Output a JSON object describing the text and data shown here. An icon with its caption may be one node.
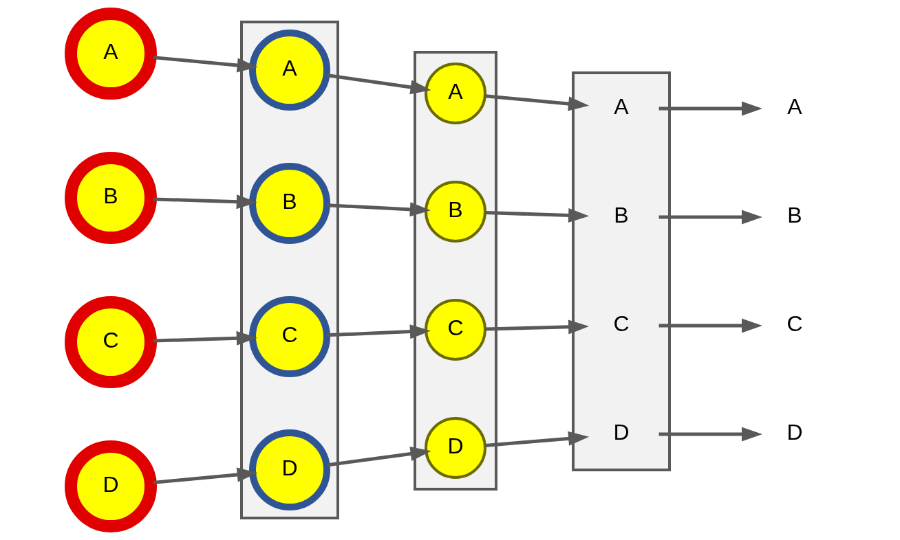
{
  "diagram": {
    "nodes": [
      {
        "text": [
          "A"
        ]
      },
      {
        "text": [
          "B"
        ]
      },
      {
        "text": [
          "C"
        ]
      },
      {
        "text": [
          "D"
        ]
      },
      {
        "text": [],
        "shape": "box"
      },
      {
        "text": [
          "A"
        ],
        "in": 4
      },
      {
        "text": [
          "B"
        ],
        "in": 4
      },
      {
        "text": [
          "C"
        ],
        "in": 4
      },
      {
        "text": [
          "D"
        ],
        "in": 4
      },
      {
        "text": [],
        "shape": "box"
      },
      {
        "text": [
          "C"
        ],
        "in": 9
      },
      {
        "text": [
          "B"
        ],
        "in": 9
      },
      {
        "text": [
          "D"
        ],
        "in": 9
      },
      {
        "text": [
          "A"
        ],
        "in": 9
      },
      {
        "text": [],
        "shape": "box"
      },
      {
        "text": [
          "D"
        ],
        "in": 14
      },
      {
        "text": [
          "C"
        ],
        "in": 14
      },
      {
        "text": [
          "B"
        ],
        "in": 14
      },
      {
        "text": [
          "A"
        ],
        "in": 14
      },
      {
        "text": [
          "D"
        ]
      },
      {
        "text": [
          "B"
        ]
      },
      {
        "text": [
          "A"
        ]
      },
      {
        "text": [
          "C"
        ]
      }
    ],
    "edges": [
      {
        "from": 0,
        "to": 5,
        "arrow": "to"
      },
      {
        "from": 1,
        "to": 6,
        "arrow": "to"
      },
      {
        "from": 2,
        "to": 7,
        "arrow": "to"
      },
      {
        "from": 3,
        "to": 8,
        "arrow": "to"
      },
      {
        "from": 5,
        "to": 13,
        "arrow": "to"
      },
      {
        "from": 6,
        "to": 11,
        "arrow": "to"
      },
      {
        "from": 7,
        "to": 10,
        "arrow": "to"
      },
      {
        "from": 8,
        "to": 12,
        "arrow": "to"
      },
      {
        "from": 10,
        "to": 16,
        "arrow": "to"
      },
      {
        "from": 11,
        "to": 17,
        "arrow": "to"
      },
      {
        "from": 12,
        "to": 15,
        "arrow": "to"
      },
      {
        "from": 13,
        "to": 18,
        "arrow": "to"
      },
      {
        "from": 15,
        "to": 19,
        "arrow": "to"
      },
      {
        "from": 16,
        "to": 22,
        "arrow": "to"
      },
      {
        "from": 17,
        "to": 20,
        "arrow": "to"
      },
      {
        "from": 18,
        "to": 21,
        "arrow": "to"
      }
    ]
  }
}
